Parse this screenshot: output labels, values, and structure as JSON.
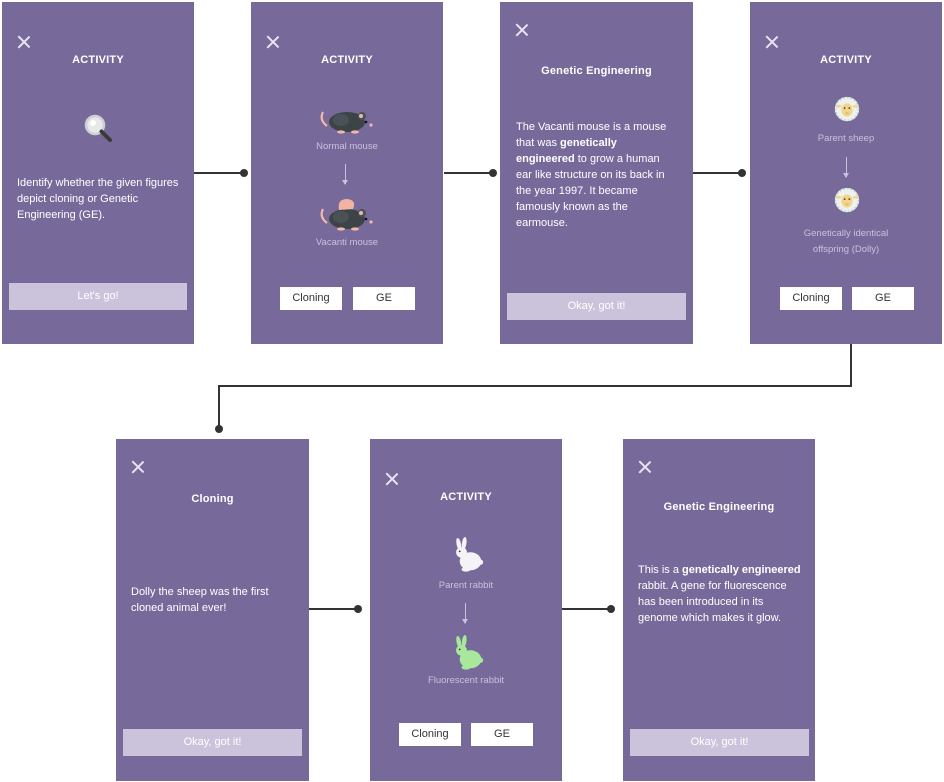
{
  "colors": {
    "card": "#776a9b",
    "wide_button": "#cbc3dc",
    "connector": "#333333",
    "caption": "#c9c1dd"
  },
  "card1": {
    "title": "ACTIVITY",
    "icon": "magnifier-icon",
    "text": "Identify whether the given figures depict cloning or Genetic Engineering (GE).",
    "button": "Let's go!"
  },
  "card2": {
    "title": "ACTIVITY",
    "top_icon": "mouse-icon",
    "top_caption": "Normal mouse",
    "bottom_icon": "vacanti-mouse-icon",
    "bottom_caption": "Vacanti mouse",
    "btn_cloning": "Cloning",
    "btn_ge": "GE"
  },
  "card3": {
    "title": "Genetic Engineering",
    "text": {
      "p1": "The Vacanti mouse is a mouse that was ",
      "b1": "genetically engineered",
      "p2": " to grow a human ear like structure on its back in the year 1997. It became famously known as the earmouse."
    },
    "button": "Okay, got it!"
  },
  "card4": {
    "title": "ACTIVITY",
    "top_icon": "sheep-icon",
    "top_caption": "Parent sheep",
    "bottom_icon": "sheep-icon",
    "bottom_caption": "Genetically identical offspring (Dolly)",
    "btn_cloning": "Cloning",
    "btn_ge": "GE"
  },
  "card5": {
    "title": "Cloning",
    "text": "Dolly the sheep was the first cloned animal ever!",
    "button": "Okay, got it!"
  },
  "card6": {
    "title": "ACTIVITY",
    "top_icon": "rabbit-icon",
    "top_caption": "Parent rabbit",
    "bottom_icon": "green-rabbit-icon",
    "bottom_caption": "Fluorescent rabbit",
    "btn_cloning": "Cloning",
    "btn_ge": "GE"
  },
  "card7": {
    "title": "Genetic Engineering",
    "text": {
      "p1": "This is a ",
      "b1": "genetically engineered",
      "p2": " rabbit. A gene for fluorescence has been introduced in its genome which makes it glow."
    },
    "button": "Okay, got it!"
  }
}
